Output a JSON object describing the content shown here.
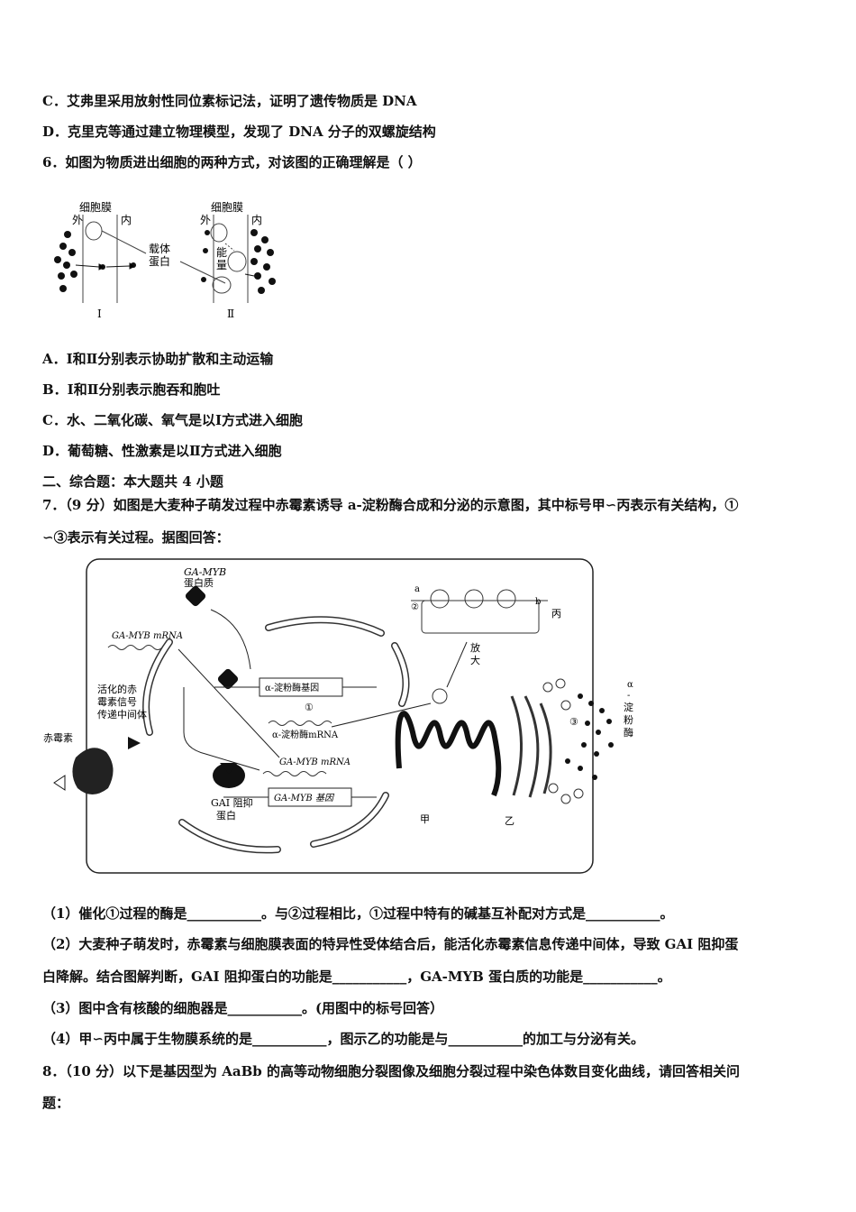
{
  "q5": {
    "optC": "C．艾弗里采用放射性同位素标记法，证明了遗传物质是 DNA",
    "optD": "D．克里克等通过建立物理模型，发现了 DNA 分子的双螺旋结构"
  },
  "q6": {
    "stem": "6．如图为物质进出细胞的两种方式，对该图的正确理解是（    ）",
    "fig": {
      "membrane1": "细胞膜",
      "out1": "外",
      "in1": "内",
      "carrier1": "载体",
      "carrier2": "蛋白",
      "label1": "Ⅰ",
      "membrane2": "细胞膜",
      "out2": "外",
      "in2": "内",
      "energy1": "能",
      "energy2": "量",
      "label2": "Ⅱ"
    },
    "optA": "A．Ⅰ和Ⅱ分别表示协助扩散和主动运输",
    "optB": "B．Ⅰ和Ⅱ分别表示胞吞和胞吐",
    "optC": "C．水、二氧化碳、氧气是以Ⅰ方式进入细胞",
    "optD": "D．葡萄糖、性激素是以Ⅱ方式进入细胞"
  },
  "section2": "二、综合题：本大题共 4 小题",
  "q7": {
    "stem1": "7．（9 分）如图是大麦种子萌发过程中赤霉素诱导 a-淀粉酶合成和分泌的示意图，其中标号甲∽丙表示有关结构，①",
    "stem2": "∽③表示有关过程。据图回答：",
    "fig": {
      "gamyb_protein_1": "GA-MYB",
      "gamyb_protein_2": "蛋白质",
      "gamyb_mrna_top": "GA-MYB mRNA",
      "signal_1": "活化的赤",
      "signal_2": "霉素信号",
      "signal_3": "传递中间体",
      "gibberellin": "赤霉素",
      "amylase_gene": "α-淀粉酶基因",
      "step1": "①",
      "amylase_mrna": "α-淀粉酶mRNA",
      "gamyb_mrna_bottom": "GA-MYB mRNA",
      "gamyb_gene": "GA-MYB 基因",
      "gai_1": "GAI 阻抑",
      "gai_2": "蛋白",
      "step2": "②",
      "a": "a",
      "b": "b",
      "bing": "丙",
      "enlarge_1": "放",
      "enlarge_2": "大",
      "jia": "甲",
      "yi": "乙",
      "step3": "③",
      "alpha_1": "α",
      "alpha_2": "-",
      "alpha_3": "淀",
      "alpha_4": "粉",
      "alpha_5": "酶"
    },
    "sub1": "（1）催化①过程的酶是___________。与②过程相比，①过程中特有的碱基互补配对方式是___________。",
    "sub2a": "（2）大麦种子萌发时，赤霉素与细胞膜表面的特异性受体结合后，能活化赤霉素信息传递中间体，导致 GAI 阻抑蛋",
    "sub2b": "白降解。结合图解判断，GAI 阻抑蛋白的功能是___________，GA-MYB 蛋白质的功能是___________。",
    "sub3": "（3）图中含有核酸的细胞器是___________。(用图中的标号回答）",
    "sub4": "（4）甲∽丙中属于生物膜系统的是___________，图示乙的功能是与___________的加工与分泌有关。"
  },
  "q8": {
    "stem1": "8．（10 分）以下是基因型为 AaBb 的高等动物细胞分裂图像及细胞分裂过程中染色体数目变化曲线，请回答相关问",
    "stem2": "题："
  }
}
